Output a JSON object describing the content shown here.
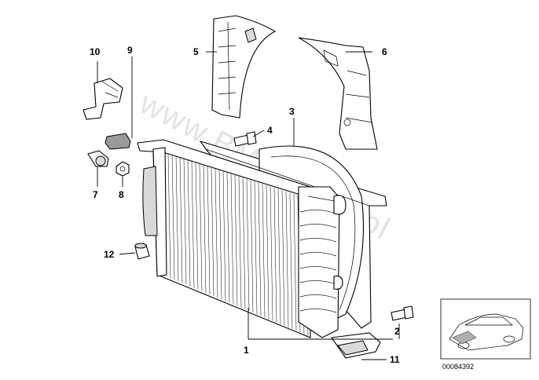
{
  "watermark": "www.BMWstore.pl",
  "callouts": [
    {
      "id": "1",
      "label": "1"
    },
    {
      "id": "2",
      "label": "2"
    },
    {
      "id": "3",
      "label": "3"
    },
    {
      "id": "4",
      "label": "4"
    },
    {
      "id": "5",
      "label": "5"
    },
    {
      "id": "6",
      "label": "6"
    },
    {
      "id": "7",
      "label": "7"
    },
    {
      "id": "8",
      "label": "8"
    },
    {
      "id": "9",
      "label": "9"
    },
    {
      "id": "10",
      "label": "10"
    },
    {
      "id": "11",
      "label": "11"
    },
    {
      "id": "12",
      "label": "12"
    }
  ],
  "diagram_number": "00084392",
  "colors": {
    "line": "#000000",
    "background": "#ffffff",
    "watermark": "#e3e3e3"
  }
}
